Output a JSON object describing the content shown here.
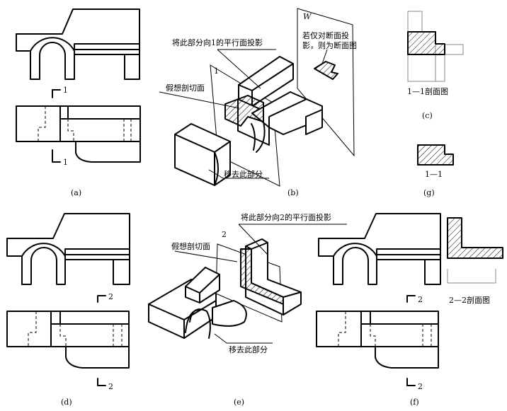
{
  "captions": {
    "a": "(a)",
    "b": "(b)",
    "c": "(c)",
    "d": "(d)",
    "e": "(e)",
    "f": "(f)",
    "g": "(g)"
  },
  "labels": {
    "section_1": "1",
    "section_2": "2",
    "project_part_1": "将此部分向1的平行面投影",
    "project_part_2": "将此部分向2的平行面投影",
    "imagined_plane": "假想剖切面",
    "remove_part": "移去此部分",
    "plane_w": "W",
    "section_only_line1": "若仅对断面投",
    "section_only_line2": "影，则为断面图",
    "section_view_1": "1—1剖面图",
    "section_view_2": "2—2剖面图",
    "cut_1": "1—1"
  }
}
